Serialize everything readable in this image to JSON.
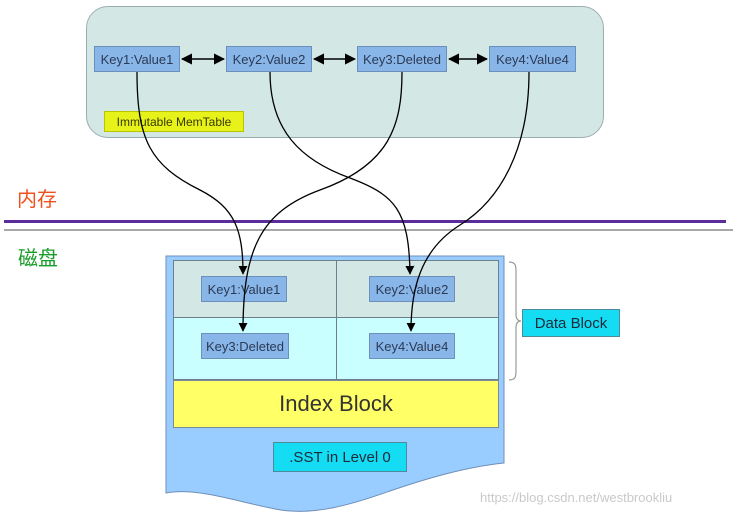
{
  "memory": {
    "zone_label": "内存",
    "table_label": "Immutable MemTable",
    "entries": [
      "Key1:Value1",
      "Key2:Value2",
      "Key3:Deleted",
      "Key4:Value4"
    ]
  },
  "disk": {
    "zone_label": "磁盘",
    "data_block_label": "Data Block",
    "cells": [
      "Key1:Value1",
      "Key2:Value2",
      "Key3:Deleted",
      "Key4:Value4"
    ],
    "index_block_label": "Index Block",
    "sst_label": ".SST in Level 0"
  },
  "watermark": "https://blog.csdn.net/westbrookliu",
  "colors": {
    "memory_label": "#f0521e",
    "disk_label": "#1a9c2a",
    "divider": "#5b2d9c",
    "memtable_bg": "#d3e8e5",
    "kv_box": "#89b6e8",
    "index_block": "#ffff66",
    "tag_bg": "#14dcf2",
    "sst_bg": "#99ccff"
  }
}
